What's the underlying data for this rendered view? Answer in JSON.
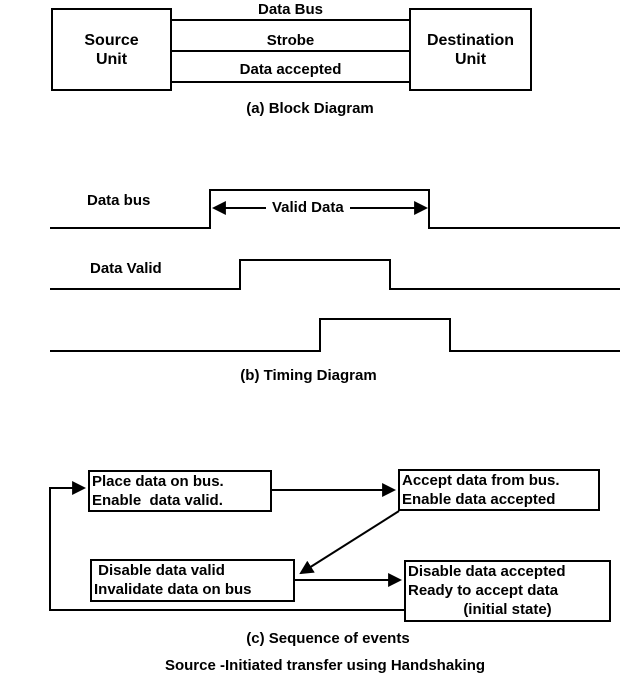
{
  "page": {
    "background": "#ffffff",
    "ink": "#000000"
  },
  "block_diagram": {
    "source_unit": {
      "line1": "Source",
      "line2": "Unit"
    },
    "destination_unit": {
      "line1": "Destination",
      "line2": "Unit"
    },
    "bus_labels": [
      "Data Bus",
      "Strobe",
      "Data accepted"
    ],
    "caption": "(a) Block Diagram"
  },
  "timing_diagram": {
    "signal_labels": [
      "Data bus",
      "Data Valid"
    ],
    "valid_data_label": "Valid Data",
    "caption": "(b) Timing Diagram"
  },
  "sequence": {
    "boxes": [
      {
        "lines": [
          "Place data on bus.",
          "Enable  data valid."
        ]
      },
      {
        "lines": [
          "Accept data from bus.",
          "Enable data accepted"
        ]
      },
      {
        "lines": [
          " Disable data valid",
          "Invalidate data on bus"
        ]
      },
      {
        "lines": [
          "Disable data accepted",
          "Ready to accept data",
          "(initial state)"
        ]
      }
    ],
    "caption": "(c) Sequence of events"
  },
  "title": "Source -Initiated transfer using Handshaking"
}
